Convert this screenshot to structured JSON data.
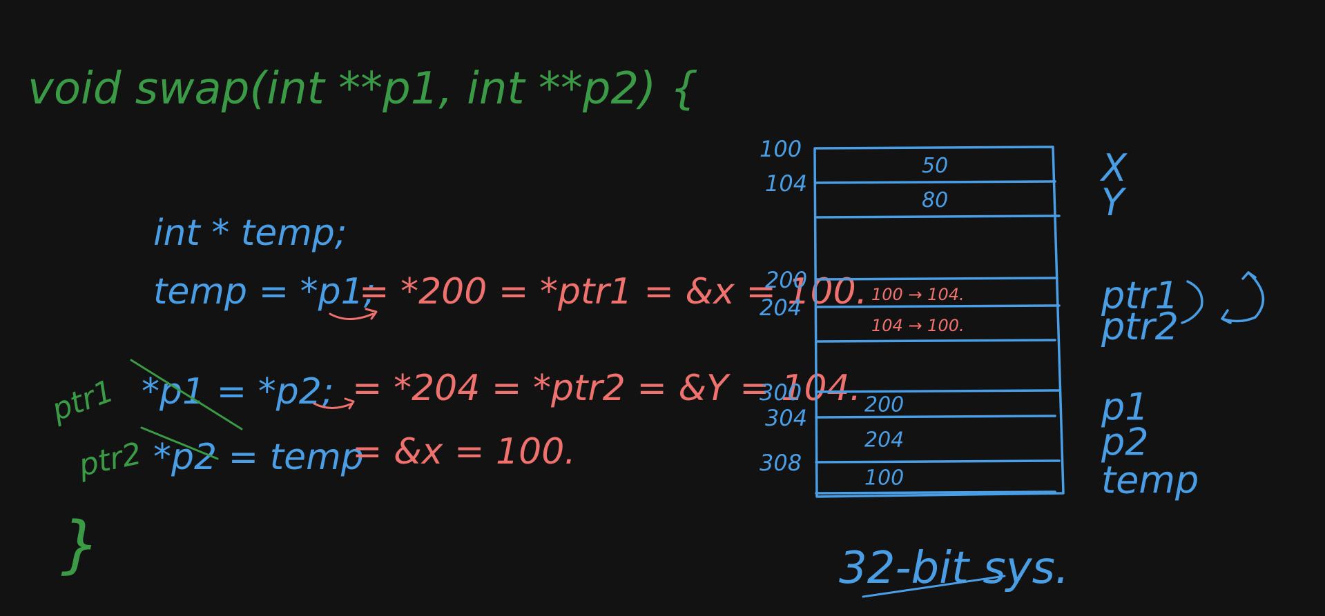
{
  "code": {
    "signature": "void swap(int **p1, int **p2) {",
    "decl": "int * temp;",
    "line1_blue": "temp = *p1;",
    "line1_red": "= *200 = *ptr1 = &x = 100.",
    "line2_green_prefix": "ptr1",
    "line2_blue": "*p1 = *p2;",
    "line2_red": "= *204 = *ptr2 = &Y = 104.",
    "line3_green_prefix": "ptr2",
    "line3_blue": "*p2 = temp",
    "line3_red": "= &x = 100.",
    "close_brace": "}"
  },
  "memory": {
    "rows": [
      {
        "address": "100",
        "value": "50",
        "label": "X"
      },
      {
        "address": "104",
        "value": "80",
        "label": "Y"
      },
      {
        "address": "",
        "value": "",
        "label": ""
      },
      {
        "address": "200",
        "value": "100 → 104.",
        "label": "ptr1"
      },
      {
        "address": "204",
        "value": "104 → 100.",
        "label": "ptr2"
      },
      {
        "address": "",
        "value": "",
        "label": ""
      },
      {
        "address": "300",
        "value": "200",
        "label": "p1"
      },
      {
        "address": "304",
        "value": "204",
        "label": "p2"
      },
      {
        "address": "308",
        "value": "100",
        "label": "temp"
      }
    ],
    "caption": "32-bit sys."
  },
  "colors": {
    "background": "#121212",
    "green": "#3a9a45",
    "blue": "#4a9ee6",
    "red": "#f0726e"
  }
}
